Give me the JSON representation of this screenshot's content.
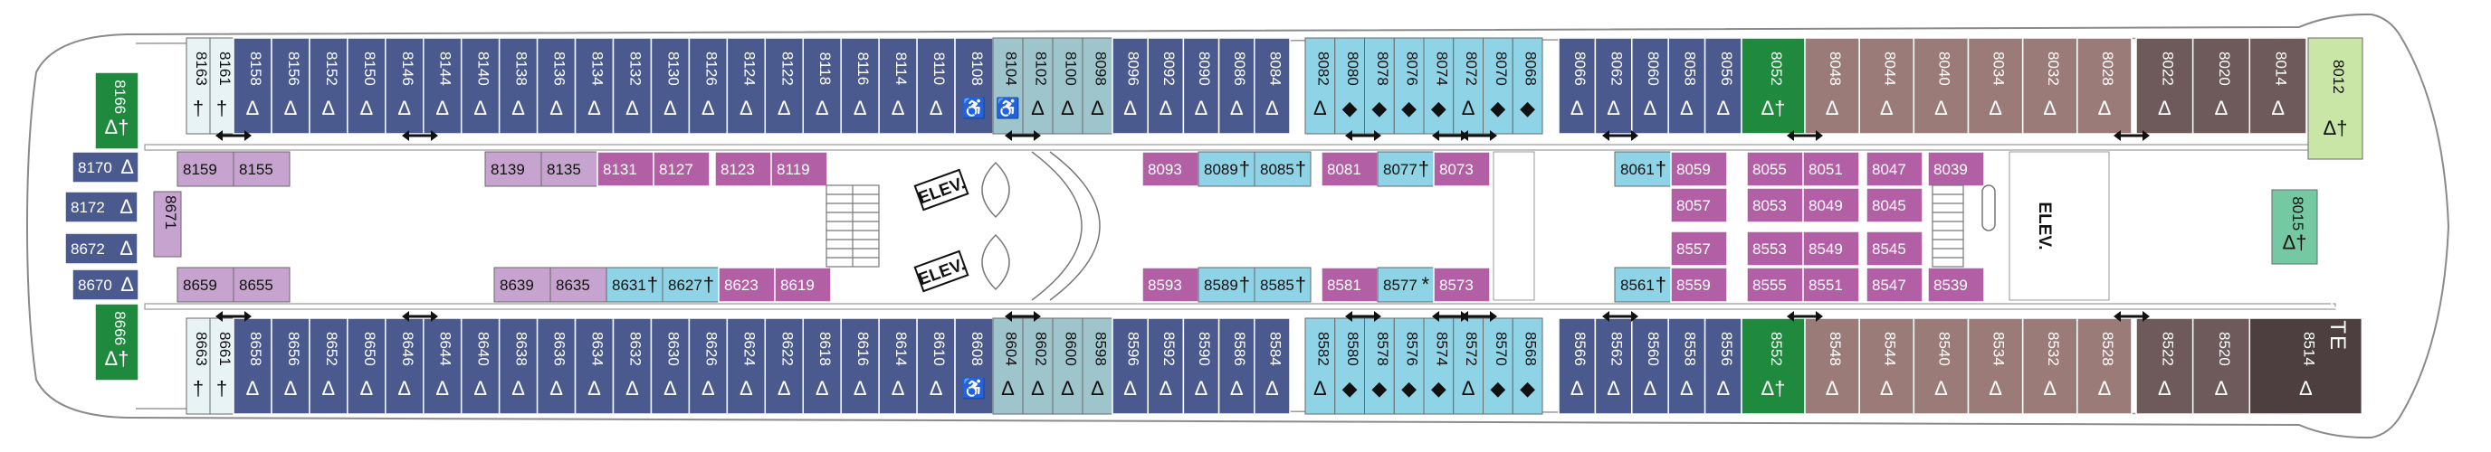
{
  "colors": {
    "navy": "#4a5a8f",
    "lightblue": "#8fd3e6",
    "teal": "#9ec4cc",
    "purple": "#b35fa6",
    "lavender": "#c7a4cf",
    "mauve": "#9b7b78",
    "taupe": "#6e5a5b",
    "darkbrown": "#4d3f3f",
    "green": "#1f8a3e",
    "lightgreen": "#c9e6a6",
    "mint": "#74c9a3",
    "whitecab": "#e8f3f6"
  },
  "labels": {
    "elev1": "ELEV.",
    "elev2": "ELEV.",
    "elev3": "ELEV.",
    "royal": "ROYAL SUITE"
  },
  "cabins": {
    "topOuter": [
      {
        "n": "8161",
        "s": "†",
        "c": "whitecab"
      },
      {
        "n": "8163",
        "s": "†",
        "c": "whitecab"
      },
      {
        "n": "8158",
        "s": "Δ",
        "c": "navy"
      },
      {
        "n": "8156",
        "s": "Δ",
        "c": "navy"
      },
      {
        "n": "8152",
        "s": "Δ",
        "c": "navy"
      },
      {
        "n": "8150",
        "s": "Δ",
        "c": "navy"
      },
      {
        "n": "8146",
        "s": "Δ",
        "c": "navy"
      },
      {
        "n": "8144",
        "s": "Δ",
        "c": "navy"
      },
      {
        "n": "8140",
        "s": "Δ",
        "c": "navy"
      },
      {
        "n": "8138",
        "s": "Δ",
        "c": "navy"
      },
      {
        "n": "8136",
        "s": "Δ",
        "c": "navy"
      },
      {
        "n": "8134",
        "s": "Δ",
        "c": "navy"
      },
      {
        "n": "8132",
        "s": "Δ",
        "c": "navy"
      },
      {
        "n": "8130",
        "s": "Δ",
        "c": "navy"
      },
      {
        "n": "8126",
        "s": "Δ",
        "c": "navy"
      },
      {
        "n": "8124",
        "s": "Δ",
        "c": "navy"
      },
      {
        "n": "8122",
        "s": "Δ",
        "c": "navy"
      },
      {
        "n": "8118",
        "s": "Δ",
        "c": "navy"
      },
      {
        "n": "8116",
        "s": "Δ",
        "c": "navy"
      },
      {
        "n": "8114",
        "s": "Δ",
        "c": "navy"
      },
      {
        "n": "8110",
        "s": "Δ",
        "c": "navy"
      },
      {
        "n": "8108",
        "s": "♿",
        "c": "navy"
      },
      {
        "n": "8104",
        "s": "♿",
        "c": "teal"
      },
      {
        "n": "8102",
        "s": "Δ",
        "c": "teal"
      },
      {
        "n": "8100",
        "s": "Δ",
        "c": "teal"
      },
      {
        "n": "8098",
        "s": "Δ",
        "c": "teal"
      },
      {
        "n": "8096",
        "s": "Δ",
        "c": "navy"
      },
      {
        "n": "8092",
        "s": "Δ",
        "c": "navy"
      },
      {
        "n": "8090",
        "s": "Δ",
        "c": "navy"
      },
      {
        "n": "8086",
        "s": "Δ",
        "c": "navy"
      },
      {
        "n": "8084",
        "s": "Δ",
        "c": "navy"
      },
      {
        "n": "8082",
        "s": "Δ",
        "c": "lightblue"
      },
      {
        "n": "8080",
        "s": "◆",
        "c": "lightblue"
      },
      {
        "n": "8078",
        "s": "◆",
        "c": "lightblue"
      },
      {
        "n": "8076",
        "s": "◆",
        "c": "lightblue"
      },
      {
        "n": "8074",
        "s": "◆",
        "c": "lightblue"
      },
      {
        "n": "8072",
        "s": "Δ",
        "c": "lightblue"
      },
      {
        "n": "8070",
        "s": "◆",
        "c": "lightblue"
      },
      {
        "n": "8068",
        "s": "◆",
        "c": "lightblue"
      },
      {
        "n": "8066",
        "s": "Δ",
        "c": "navy"
      },
      {
        "n": "8062",
        "s": "Δ",
        "c": "navy"
      },
      {
        "n": "8060",
        "s": "Δ",
        "c": "navy"
      },
      {
        "n": "8058",
        "s": "Δ",
        "c": "navy"
      },
      {
        "n": "8056",
        "s": "Δ",
        "c": "navy"
      },
      {
        "n": "8052",
        "s": "Δ†",
        "c": "green"
      },
      {
        "n": "8048",
        "s": "Δ",
        "c": "mauve"
      },
      {
        "n": "8044",
        "s": "Δ",
        "c": "mauve"
      },
      {
        "n": "8040",
        "s": "Δ",
        "c": "mauve"
      },
      {
        "n": "8034",
        "s": "Δ",
        "c": "mauve"
      },
      {
        "n": "8032",
        "s": "Δ",
        "c": "mauve"
      },
      {
        "n": "8028",
        "s": "Δ",
        "c": "mauve"
      },
      {
        "n": "8022",
        "s": "Δ",
        "c": "taupe"
      },
      {
        "n": "8020",
        "s": "Δ",
        "c": "taupe"
      },
      {
        "n": "8014",
        "s": "Δ",
        "c": "taupe"
      },
      {
        "n": "8012",
        "s": "Δ†",
        "c": "lightgreen"
      }
    ],
    "bottomOuter": [
      {
        "n": "8661",
        "s": "†",
        "c": "whitecab"
      },
      {
        "n": "8663",
        "s": "†",
        "c": "whitecab"
      },
      {
        "n": "8658",
        "s": "Δ",
        "c": "navy"
      },
      {
        "n": "8656",
        "s": "Δ",
        "c": "navy"
      },
      {
        "n": "8652",
        "s": "Δ",
        "c": "navy"
      },
      {
        "n": "8650",
        "s": "Δ",
        "c": "navy"
      },
      {
        "n": "8646",
        "s": "Δ",
        "c": "navy"
      },
      {
        "n": "8644",
        "s": "Δ",
        "c": "navy"
      },
      {
        "n": "8640",
        "s": "Δ",
        "c": "navy"
      },
      {
        "n": "8638",
        "s": "Δ",
        "c": "navy"
      },
      {
        "n": "8636",
        "s": "Δ",
        "c": "navy"
      },
      {
        "n": "8634",
        "s": "Δ",
        "c": "navy"
      },
      {
        "n": "8632",
        "s": "Δ",
        "c": "navy"
      },
      {
        "n": "8630",
        "s": "Δ",
        "c": "navy"
      },
      {
        "n": "8626",
        "s": "Δ",
        "c": "navy"
      },
      {
        "n": "8624",
        "s": "Δ",
        "c": "navy"
      },
      {
        "n": "8622",
        "s": "Δ",
        "c": "navy"
      },
      {
        "n": "8618",
        "s": "Δ",
        "c": "navy"
      },
      {
        "n": "8616",
        "s": "Δ",
        "c": "navy"
      },
      {
        "n": "8614",
        "s": "Δ",
        "c": "navy"
      },
      {
        "n": "8610",
        "s": "Δ",
        "c": "navy"
      },
      {
        "n": "8608",
        "s": "♿",
        "c": "navy"
      },
      {
        "n": "8604",
        "s": "Δ",
        "c": "teal"
      },
      {
        "n": "8602",
        "s": "Δ",
        "c": "teal"
      },
      {
        "n": "8600",
        "s": "Δ",
        "c": "teal"
      },
      {
        "n": "8598",
        "s": "Δ",
        "c": "teal"
      },
      {
        "n": "8596",
        "s": "Δ",
        "c": "navy"
      },
      {
        "n": "8592",
        "s": "Δ",
        "c": "navy"
      },
      {
        "n": "8590",
        "s": "Δ",
        "c": "navy"
      },
      {
        "n": "8586",
        "s": "Δ",
        "c": "navy"
      },
      {
        "n": "8584",
        "s": "Δ",
        "c": "navy"
      },
      {
        "n": "8582",
        "s": "Δ",
        "c": "lightblue"
      },
      {
        "n": "8580",
        "s": "◆",
        "c": "lightblue"
      },
      {
        "n": "8578",
        "s": "◆",
        "c": "lightblue"
      },
      {
        "n": "8576",
        "s": "◆",
        "c": "lightblue"
      },
      {
        "n": "8574",
        "s": "◆",
        "c": "lightblue"
      },
      {
        "n": "8572",
        "s": "Δ",
        "c": "lightblue"
      },
      {
        "n": "8570",
        "s": "◆",
        "c": "lightblue"
      },
      {
        "n": "8568",
        "s": "◆",
        "c": "lightblue"
      },
      {
        "n": "8566",
        "s": "Δ",
        "c": "navy"
      },
      {
        "n": "8562",
        "s": "Δ",
        "c": "navy"
      },
      {
        "n": "8560",
        "s": "Δ",
        "c": "navy"
      },
      {
        "n": "8558",
        "s": "Δ",
        "c": "navy"
      },
      {
        "n": "8556",
        "s": "Δ",
        "c": "navy"
      },
      {
        "n": "8552",
        "s": "Δ†",
        "c": "green"
      },
      {
        "n": "8548",
        "s": "Δ",
        "c": "mauve"
      },
      {
        "n": "8544",
        "s": "Δ",
        "c": "mauve"
      },
      {
        "n": "8540",
        "s": "Δ",
        "c": "mauve"
      },
      {
        "n": "8534",
        "s": "Δ",
        "c": "mauve"
      },
      {
        "n": "8532",
        "s": "Δ",
        "c": "mauve"
      },
      {
        "n": "8528",
        "s": "Δ",
        "c": "mauve"
      },
      {
        "n": "8522",
        "s": "Δ",
        "c": "taupe"
      },
      {
        "n": "8520",
        "s": "Δ",
        "c": "taupe"
      },
      {
        "n": "8514",
        "s": "Δ",
        "c": "darkbrown"
      }
    ],
    "bow": [
      {
        "n": "8166",
        "s": "Δ†",
        "c": "green"
      },
      {
        "n": "8170",
        "s": "Δ",
        "c": "navy"
      },
      {
        "n": "8172",
        "s": "Δ",
        "c": "navy"
      },
      {
        "n": "8672",
        "s": "Δ",
        "c": "navy"
      },
      {
        "n": "8670",
        "s": "Δ",
        "c": "navy"
      },
      {
        "n": "8666",
        "s": "Δ†",
        "c": "green"
      },
      {
        "n": "8671",
        "s": "",
        "c": "lavender"
      }
    ],
    "innerTop": [
      {
        "n": "8159",
        "s": "",
        "c": "lavender"
      },
      {
        "n": "8155",
        "s": "",
        "c": "lavender"
      },
      {
        "n": "8139",
        "s": "",
        "c": "lavender"
      },
      {
        "n": "8135",
        "s": "",
        "c": "lavender"
      },
      {
        "n": "8131",
        "s": "",
        "c": "purple"
      },
      {
        "n": "8127",
        "s": "",
        "c": "purple"
      },
      {
        "n": "8123",
        "s": "",
        "c": "purple"
      },
      {
        "n": "8119",
        "s": "",
        "c": "purple"
      },
      {
        "n": "8093",
        "s": "",
        "c": "purple"
      },
      {
        "n": "8089",
        "s": "†",
        "c": "lightblue"
      },
      {
        "n": "8085",
        "s": "†",
        "c": "lightblue"
      },
      {
        "n": "8081",
        "s": "",
        "c": "purple"
      },
      {
        "n": "8077",
        "s": "†",
        "c": "lightblue"
      },
      {
        "n": "8073",
        "s": "",
        "c": "purple"
      },
      {
        "n": "8061",
        "s": "†",
        "c": "lightblue"
      },
      {
        "n": "8059",
        "s": "",
        "c": "purple"
      },
      {
        "n": "8057",
        "s": "",
        "c": "purple"
      },
      {
        "n": "8055",
        "s": "",
        "c": "purple"
      },
      {
        "n": "8051",
        "s": "",
        "c": "purple"
      },
      {
        "n": "8053",
        "s": "",
        "c": "purple"
      },
      {
        "n": "8049",
        "s": "",
        "c": "purple"
      },
      {
        "n": "8047",
        "s": "",
        "c": "purple"
      },
      {
        "n": "8045",
        "s": "",
        "c": "purple"
      },
      {
        "n": "8039",
        "s": "",
        "c": "purple"
      },
      {
        "n": "8015",
        "s": "Δ†",
        "c": "mint"
      }
    ],
    "innerBottom": [
      {
        "n": "8659",
        "s": "",
        "c": "lavender"
      },
      {
        "n": "8655",
        "s": "",
        "c": "lavender"
      },
      {
        "n": "8639",
        "s": "",
        "c": "lavender"
      },
      {
        "n": "8635",
        "s": "",
        "c": "lavender"
      },
      {
        "n": "8631",
        "s": "†",
        "c": "lightblue"
      },
      {
        "n": "8627",
        "s": "†",
        "c": "lightblue"
      },
      {
        "n": "8623",
        "s": "",
        "c": "purple"
      },
      {
        "n": "8619",
        "s": "",
        "c": "purple"
      },
      {
        "n": "8593",
        "s": "",
        "c": "purple"
      },
      {
        "n": "8589",
        "s": "†",
        "c": "lightblue"
      },
      {
        "n": "8585",
        "s": "†",
        "c": "lightblue"
      },
      {
        "n": "8581",
        "s": "",
        "c": "purple"
      },
      {
        "n": "8577",
        "s": "*",
        "c": "lightblue"
      },
      {
        "n": "8573",
        "s": "",
        "c": "purple"
      },
      {
        "n": "8561",
        "s": "†",
        "c": "lightblue"
      },
      {
        "n": "8559",
        "s": "",
        "c": "purple"
      },
      {
        "n": "8557",
        "s": "",
        "c": "purple"
      },
      {
        "n": "8553",
        "s": "",
        "c": "purple"
      },
      {
        "n": "8549",
        "s": "",
        "c": "purple"
      },
      {
        "n": "8555",
        "s": "",
        "c": "purple"
      },
      {
        "n": "8551",
        "s": "",
        "c": "purple"
      },
      {
        "n": "8545",
        "s": "",
        "c": "purple"
      },
      {
        "n": "8547",
        "s": "",
        "c": "purple"
      },
      {
        "n": "8539",
        "s": "",
        "c": "purple"
      }
    ]
  }
}
